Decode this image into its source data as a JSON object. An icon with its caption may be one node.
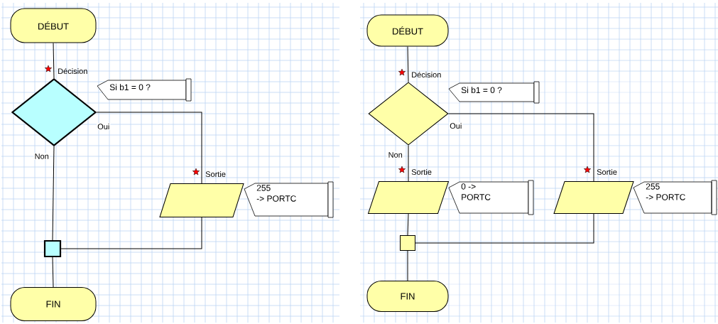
{
  "diagram": {
    "nodes": [
      {
        "text": [
          "DÉBUT"
        ]
      },
      {
        "text": [
          "Décision"
        ]
      },
      {
        "text": [
          "Si b1 = 0 ?"
        ]
      },
      {
        "text": [
          "Sortie"
        ]
      },
      {
        "text": [
          "255 -> PORTC"
        ]
      },
      {
        "text": [],
        "shape": "box"
      },
      {
        "text": [
          "FIN"
        ]
      },
      {
        "text": [
          "DÉBUT"
        ]
      },
      {
        "text": [
          "Décision"
        ]
      },
      {
        "text": [
          "Si b1 = 0 ?"
        ]
      },
      {
        "text": [
          "Sortie"
        ]
      },
      {
        "text": [
          "0 -> PORTC"
        ]
      },
      {
        "text": [
          "Sortie"
        ]
      },
      {
        "text": [
          "255 -> PORTC"
        ]
      },
      {
        "text": [],
        "shape": "box"
      },
      {
        "text": [
          "FIN"
        ]
      }
    ],
    "edges": [
      {
        "from": 0,
        "to": 1,
        "arrow": "none"
      },
      {
        "from": 1,
        "to": 3,
        "label": "Oui",
        "arrow": "none"
      },
      {
        "from": 1,
        "to": 5,
        "label": "Non",
        "arrow": "none"
      },
      {
        "from": 3,
        "to": 5,
        "arrow": "none"
      },
      {
        "from": 5,
        "to": 6,
        "arrow": "none"
      },
      {
        "from": 7,
        "to": 8,
        "arrow": "none"
      },
      {
        "from": 8,
        "to": 12,
        "label": "Oui",
        "arrow": "none"
      },
      {
        "from": 8,
        "to": 10,
        "label": "Non",
        "arrow": "none"
      },
      {
        "from": 10,
        "to": 14,
        "arrow": "none"
      },
      {
        "from": 12,
        "to": 14,
        "arrow": "none"
      },
      {
        "from": 14,
        "to": 15,
        "arrow": "none"
      }
    ]
  }
}
